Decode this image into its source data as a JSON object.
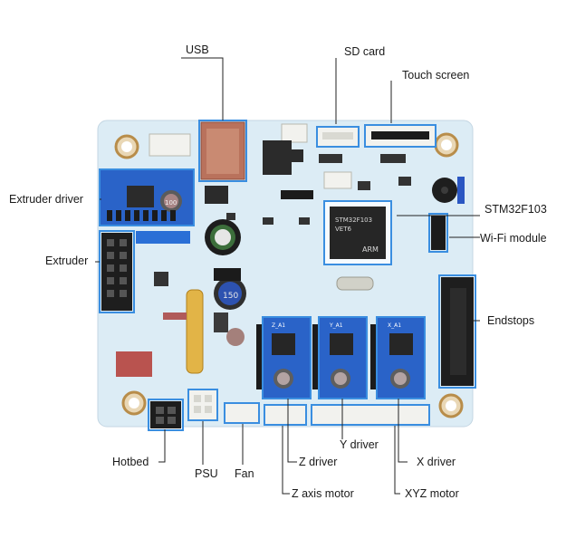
{
  "labels": {
    "usb": "USB",
    "sd_card": "SD card",
    "touch_screen": "Touch screen",
    "extruder_driver": "Extruder driver",
    "stm32": "STM32F103",
    "extruder": "Extruder",
    "wifi_module": "Wi-Fi module",
    "endstops": "Endstops",
    "y_driver": "Y driver",
    "hotbed": "Hotbed",
    "psu": "PSU",
    "fan": "Fan",
    "z_driver": "Z driver",
    "x_driver": "X driver",
    "z_axis_motor": "Z axis motor",
    "xyz_motor": "XYZ motor"
  },
  "colors": {
    "board": "#dcecf5",
    "highlight": "#3a8ee0",
    "leader": "#222222",
    "header_black": "#1b1b1b",
    "header_blue": "#2a6fd6",
    "connector_white": "#f2f2ee",
    "driver_bg": "#2a63c8"
  },
  "board_text": {
    "stm_line1": "STM32F103",
    "stm_line2": "VET6",
    "stm_brand": "ARM",
    "inductor_mark": "150",
    "cap_mark": "100",
    "driver_z": "Z_A1",
    "driver_y": "Y_A1",
    "driver_x": "X_A1"
  }
}
